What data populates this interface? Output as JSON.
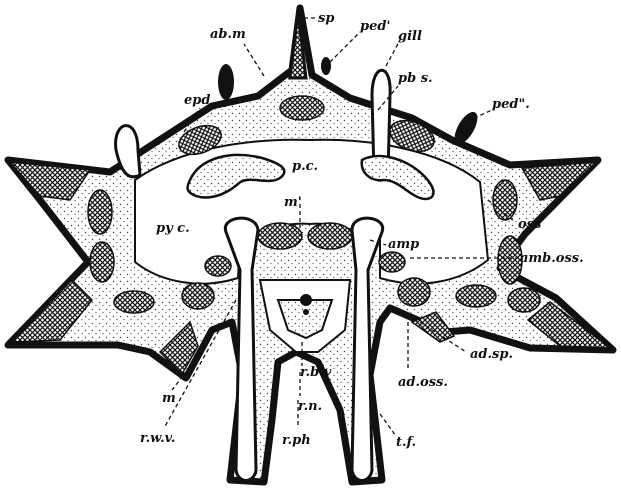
{
  "figure": {
    "labels": {
      "sp": "sp",
      "ped1": "ped'",
      "gill": "gill",
      "abm": "ab.m",
      "pbs": "pb s.",
      "ped2": "ped\".",
      "epd": "epd",
      "pc": "p.c.",
      "mprime": "m'",
      "pyc": "py c.",
      "oss": "oss",
      "amp": "amp",
      "ambOss": "amb.oss.",
      "adSp": "ad.sp.",
      "adOss": "ad.oss.",
      "rbv": "r.b.v",
      "m": "m",
      "rn": "r.n.",
      "rwv": "r.w.v.",
      "rph": "r.ph",
      "tf": "t.f."
    },
    "colors": {
      "ink": "#111111",
      "paper": "#ffffff",
      "stipple": "#444444"
    }
  }
}
